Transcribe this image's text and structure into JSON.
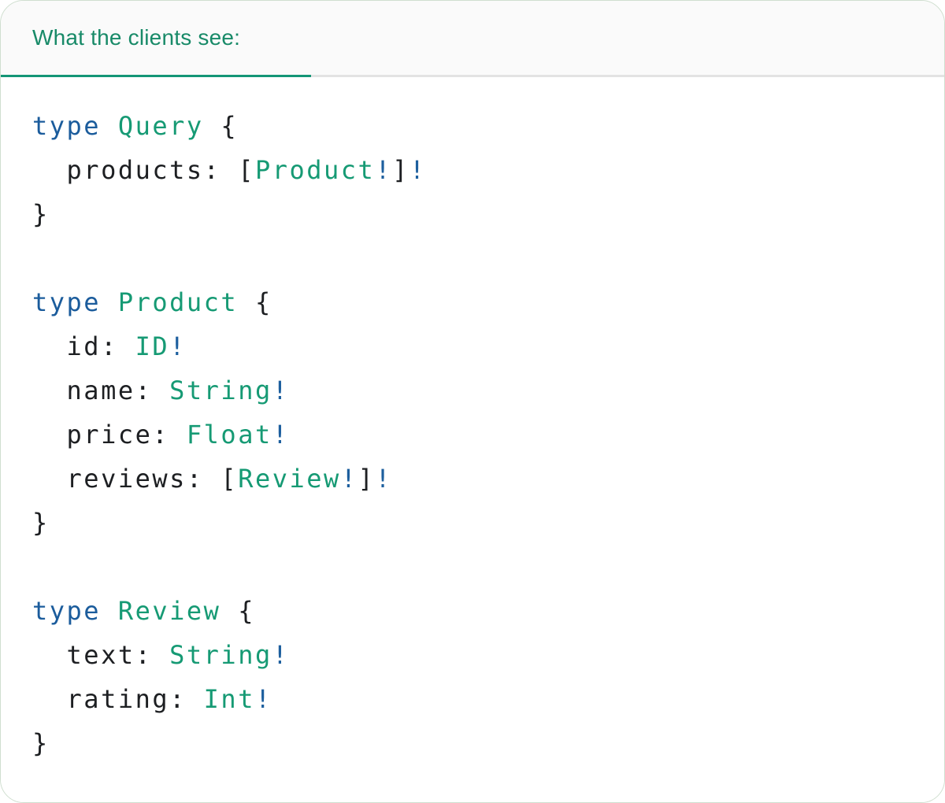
{
  "tabbar": {
    "active_tab_label": "What the clients see:"
  },
  "colors": {
    "accent_teal": "#149676",
    "header_teal": "#188a68",
    "keyword_blue": "#1b5c9c",
    "bang_blue": "#1d5f9e",
    "type_teal": "#169a74",
    "text_dark": "#1d1f22",
    "tabbar_bg": "#fafafa",
    "divider_gray": "#e3e3e3",
    "card_border": "#cfdecf"
  },
  "code": {
    "language": "graphql",
    "lines": [
      [
        {
          "t": "type",
          "c": "kw"
        },
        {
          "t": " ",
          "c": "p"
        },
        {
          "t": "Query",
          "c": "type"
        },
        {
          "t": " {",
          "c": "p"
        }
      ],
      [
        {
          "t": "  products: [",
          "c": "p"
        },
        {
          "t": "Product",
          "c": "type"
        },
        {
          "t": "!",
          "c": "bang"
        },
        {
          "t": "]",
          "c": "p"
        },
        {
          "t": "!",
          "c": "bang"
        }
      ],
      [
        {
          "t": "}",
          "c": "p"
        }
      ],
      [],
      [
        {
          "t": "type",
          "c": "kw"
        },
        {
          "t": " ",
          "c": "p"
        },
        {
          "t": "Product",
          "c": "type"
        },
        {
          "t": " {",
          "c": "p"
        }
      ],
      [
        {
          "t": "  id: ",
          "c": "p"
        },
        {
          "t": "ID",
          "c": "type"
        },
        {
          "t": "!",
          "c": "bang"
        }
      ],
      [
        {
          "t": "  name: ",
          "c": "p"
        },
        {
          "t": "String",
          "c": "type"
        },
        {
          "t": "!",
          "c": "bang"
        }
      ],
      [
        {
          "t": "  price: ",
          "c": "p"
        },
        {
          "t": "Float",
          "c": "type"
        },
        {
          "t": "!",
          "c": "bang"
        }
      ],
      [
        {
          "t": "  reviews: [",
          "c": "p"
        },
        {
          "t": "Review",
          "c": "type"
        },
        {
          "t": "!",
          "c": "bang"
        },
        {
          "t": "]",
          "c": "p"
        },
        {
          "t": "!",
          "c": "bang"
        }
      ],
      [
        {
          "t": "}",
          "c": "p"
        }
      ],
      [],
      [
        {
          "t": "type",
          "c": "kw"
        },
        {
          "t": " ",
          "c": "p"
        },
        {
          "t": "Review",
          "c": "type"
        },
        {
          "t": " {",
          "c": "p"
        }
      ],
      [
        {
          "t": "  text: ",
          "c": "p"
        },
        {
          "t": "String",
          "c": "type"
        },
        {
          "t": "!",
          "c": "bang"
        }
      ],
      [
        {
          "t": "  rating: ",
          "c": "p"
        },
        {
          "t": "Int",
          "c": "type"
        },
        {
          "t": "!",
          "c": "bang"
        }
      ],
      [
        {
          "t": "}",
          "c": "p"
        }
      ]
    ]
  }
}
